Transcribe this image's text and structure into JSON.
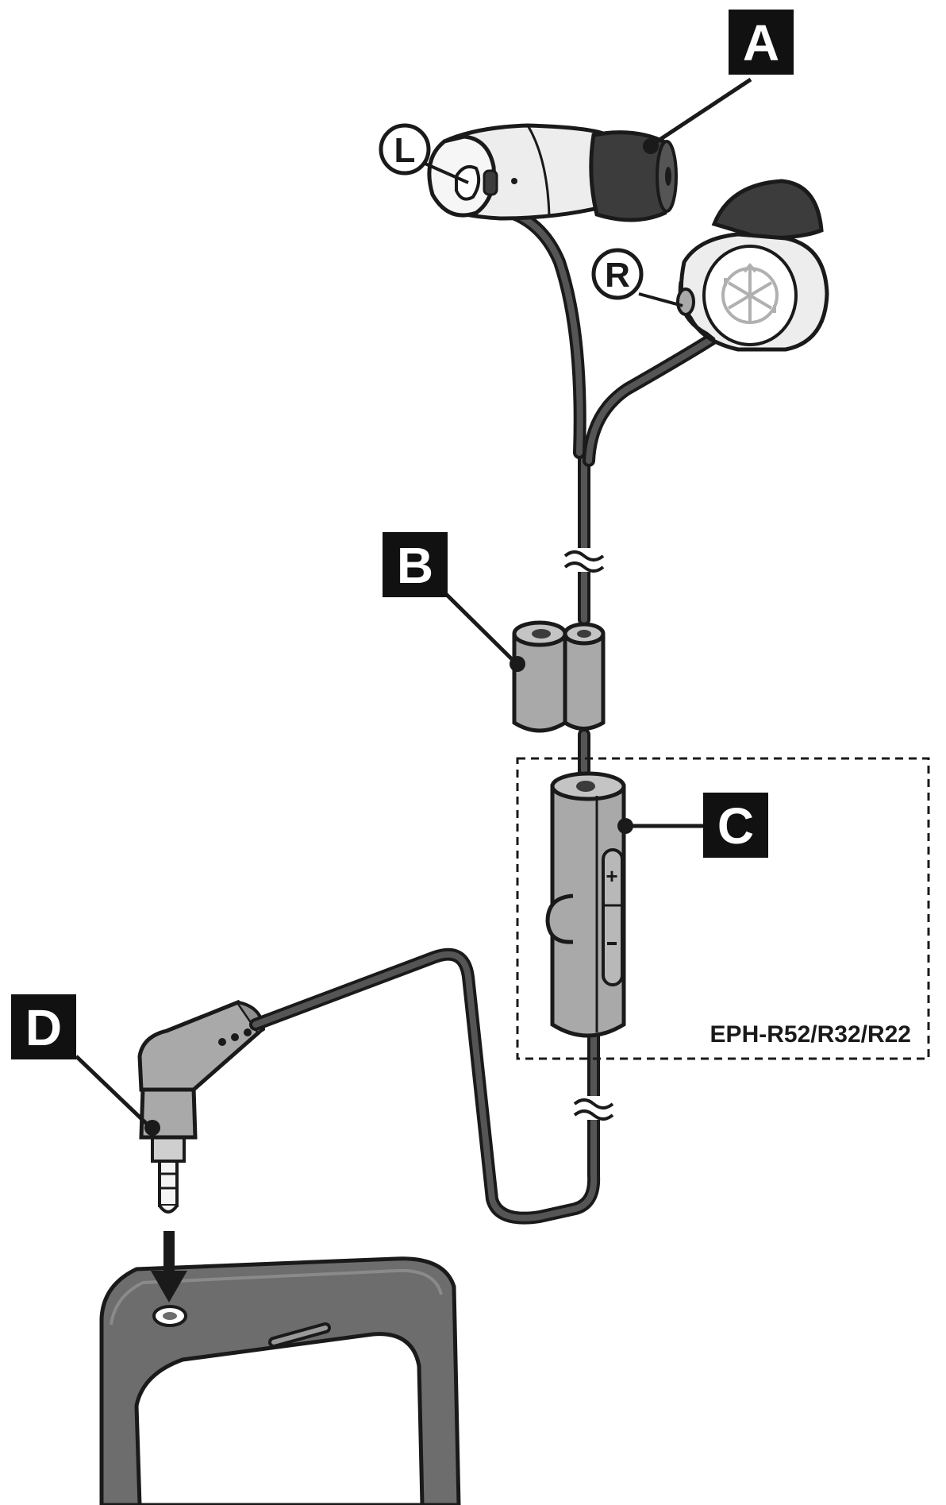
{
  "callouts": {
    "a": "A",
    "b": "B",
    "c": "C",
    "d": "D"
  },
  "sides": {
    "left": "L",
    "right": "R"
  },
  "model_note": "EPH-R52/R32/R22",
  "colors": {
    "ink": "#1a1a1a",
    "cable": "#555555",
    "eartip": "#3c3c3c",
    "housing_light": "#ededed",
    "part_gray": "#a9a9a9",
    "phone": "#6d6d6d",
    "label_bg": "#111111"
  },
  "icons": {
    "yamaha_logo": "tuning-forks-emblem",
    "insert_arrow": "arrow-down-icon"
  }
}
